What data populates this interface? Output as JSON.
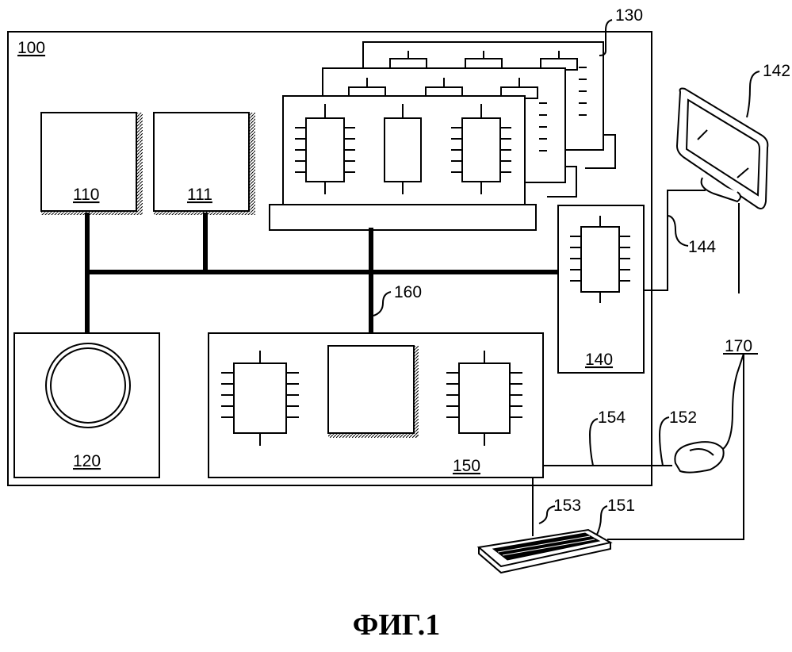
{
  "figure": {
    "caption": "ФИГ.1",
    "labels": {
      "system": "100",
      "processor_a": "110",
      "processor_b": "111",
      "storage": "120",
      "memory_modules": "130",
      "graphics": "140",
      "monitor": "142",
      "monitor_cable": "144",
      "io_hub": "150",
      "keyboard": "151",
      "mouse": "152",
      "keyboard_cable": "153",
      "mouse_cable": "154",
      "bus": "160",
      "peripheral_cable": "170"
    }
  }
}
